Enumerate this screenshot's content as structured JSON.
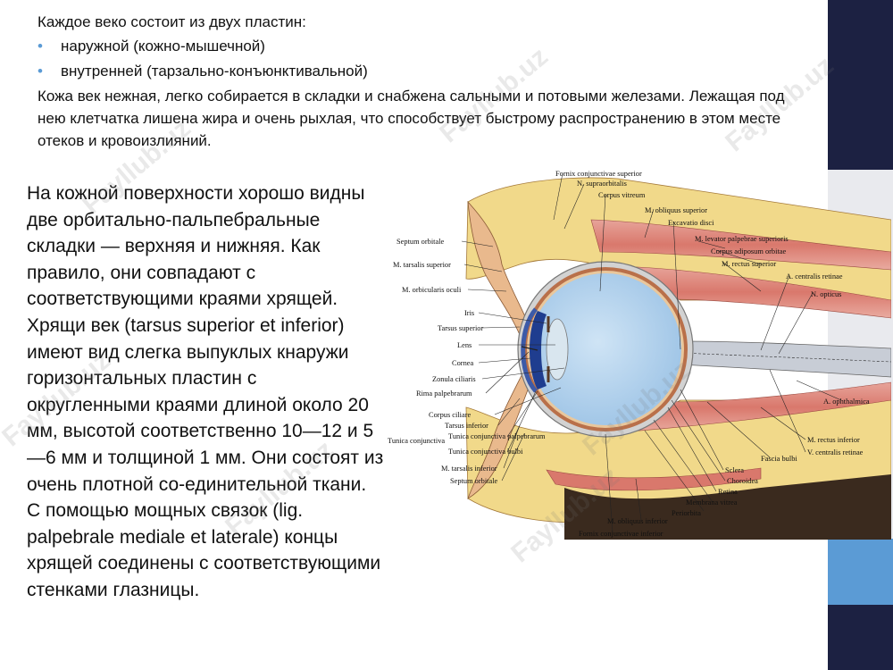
{
  "top": {
    "intro": "Каждое веко состоит из двух пластин:",
    "bullets": [
      "наружной (кожно-мышечной)",
      "внутренней (тарзально-конъюнктивальной)"
    ],
    "paragraph": "Кожа век нежная, легко собирается в складки и снабжена сальными и потовыми железами. Лежащая под нею клетчатка лишена жира и очень рыхлая, что способствует быстрому распространению в этом месте отеков и кровоизлияний."
  },
  "left": {
    "p1": "На кожной поверхности хорошо видны две орбитально-пальпебральные складки — верхняя и нижняя. Как правило, они совпадают с соответствующими краями хрящей.",
    "p2": "Хрящи век (tarsus superior et inferior) имеют вид слегка выпуклых кнаружи горизонтальных пластин с округленными краями длиной около 20 мм, высотой соответственно 10—12 и 5—6 мм и толщиной 1 мм. Они состоят из очень плотной со-единительной ткани. С помощью мощных связок (lig. palpebrale mediale et laterale) концы хрящей соединены с соответствующими стенками глазницы."
  },
  "figure": {
    "labels": {
      "fornix_sup": "Fornix conjunctivae superior",
      "n_supraorbitalis": "N. supraorbitalis",
      "corpus_vitreum": "Corpus vitreum",
      "m_obliquus_sup": "M. obliquus superior",
      "excavatio": "Excavatio disci",
      "levator": "M. levator palpebrae superioris",
      "corpus_adiposum": "Corpus adiposum orbitae",
      "m_rectus_sup": "M. rectus superior",
      "a_centralis": "A. centralis retinae",
      "n_opticus": "N. opticus",
      "septum_orbitale_sup": "Septum orbitale",
      "m_tarsalis_sup": "M. tarsalis superior",
      "m_orbicularis": "M. orbicularis oculi",
      "iris": "Iris",
      "tarsus_sup": "Tarsus superior",
      "lens": "Lens",
      "cornea": "Cornea",
      "zonula": "Zonula ciliaris",
      "rima": "Rima palpebrarum",
      "corpus_ciliare": "Corpus ciliare",
      "tarsus_inf": "Tarsus inferior",
      "tunica_conj": "Tunica conjunctiva",
      "tunica_palp": "Tunica conjunctiva palpebrarum",
      "tunica_bulbi": "Tunica conjunctiva bulbi",
      "m_tarsalis_inf": "M. tarsalis inferior",
      "septum_orbitale_inf": "Septum orbitale",
      "a_ophthalmica": "A. ophthalmica",
      "m_rectus_inf": "M. rectus inferior",
      "v_centralis": "V. centralis retinae",
      "fascia_bulbi": "Fascia bulbi",
      "sclera": "Sclera",
      "choroidea": "Choroidea",
      "retina": "Retina",
      "membrana_vitrea": "Membrana vitrea",
      "periorbita": "Periorbita",
      "m_obliquus_inf": "M. obliquus inferior",
      "fornix_inf": "Fornix conjunctivae inferior"
    }
  },
  "watermark": "Fayllub.uz",
  "colors": {
    "navy": "#1c2142",
    "accent": "#5b9bd5",
    "sidebar_gray": "#e9eaee"
  }
}
